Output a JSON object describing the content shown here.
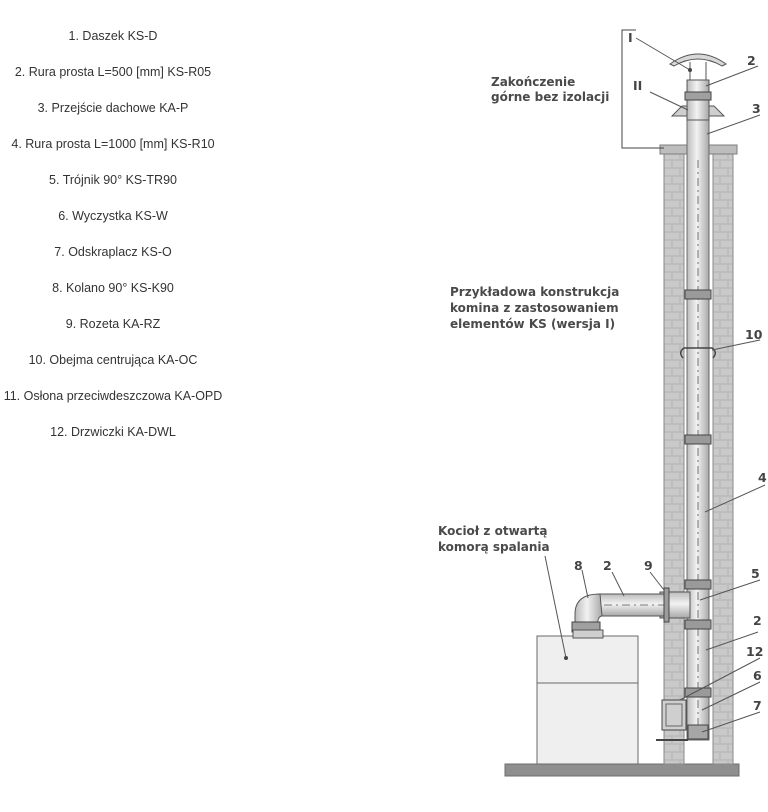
{
  "legend": [
    "1. Daszek KS-D",
    "2. Rura prosta L=500 [mm] KS-R05",
    "3. Przejście dachowe KA-P",
    "4. Rura prosta L=1000 [mm] KS-R10",
    "5. Trójnik 90° KS-TR90",
    "6. Wyczystka KS-W",
    "7. Odskraplacz KS-O",
    "8. Kolano 90° KS-K90",
    "9. Rozeta KA-RZ",
    "10. Obejma centrująca KA-OC",
    "11. Osłona przeciwdeszczowa KA-OPD",
    "12. Drzwiczki KA-DWL"
  ],
  "annotations": {
    "top_line1": "Zakończenie",
    "top_line2": "górne bez izolacji",
    "example_line1": "Przykładowa konstrukcja",
    "example_line2": "komina z zastosowaniem",
    "example_line3": "elementów KS (wersja I)",
    "boiler_line1": "Kocioł z otwartą",
    "boiler_line2": "komorą spalania"
  },
  "labels": {
    "roman1": "I",
    "roman2": "II",
    "n2a": "2",
    "n3": "3",
    "n10": "10",
    "n4": "4",
    "n8": "8",
    "n2b": "2",
    "n9": "9",
    "n5": "5",
    "n2c": "2",
    "n12": "12",
    "n6": "6",
    "n7": "7"
  },
  "colors": {
    "brick": "#bfbfbf",
    "mortar": "#9a9a9a",
    "pipe": "#d9d9d9",
    "pipe_dark": "#555555",
    "boiler": "#efefef",
    "floor": "#8f8f8f"
  }
}
